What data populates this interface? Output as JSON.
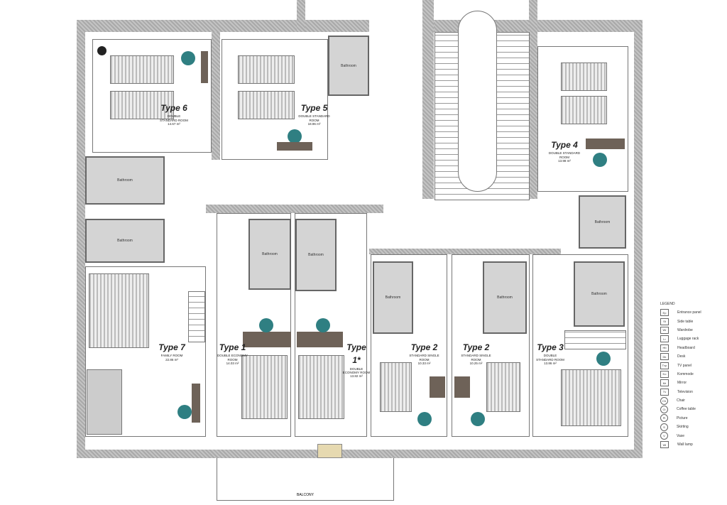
{
  "rooms": [
    {
      "type": "Type 6",
      "desc": "Double standard room",
      "area": "14.67 m²"
    },
    {
      "type": "Type 5",
      "desc": "Double standard room",
      "area": "18.96 m²"
    },
    {
      "type": "Type 4",
      "desc": "Double standard room",
      "area": "13.98 m²"
    },
    {
      "type": "Type 7",
      "desc": "Family room",
      "area": "22.86 m²"
    },
    {
      "type": "Type 1",
      "desc": "Double economy room",
      "area": "14.03 m²"
    },
    {
      "type": "Type 1*",
      "desc": "Double economy room",
      "area": "13.82 m²"
    },
    {
      "type": "Type 2",
      "desc": "Standard single room",
      "area": "10.33 m²"
    },
    {
      "type": "Type 2",
      "desc": "Standard single room",
      "area": "10.25 m²"
    },
    {
      "type": "Type 3",
      "desc": "Double standard room",
      "area": "13.86 m²"
    }
  ],
  "bathroom_label": "Bathroom",
  "balcony_label": "BALCONY",
  "legend": {
    "title": "LEGEND",
    "items": [
      {
        "code": "Ep",
        "label": "Entrance panel",
        "shape": "square"
      },
      {
        "code": "St",
        "label": "Side table",
        "shape": "square"
      },
      {
        "code": "Wr",
        "label": "Wardrobe",
        "shape": "square"
      },
      {
        "code": "Lr",
        "label": "Luggage rack",
        "shape": "square"
      },
      {
        "code": "Hb",
        "label": "Headboard",
        "shape": "square"
      },
      {
        "code": "Dk",
        "label": "Desk",
        "shape": "square"
      },
      {
        "code": "Tvp",
        "label": "TV panel",
        "shape": "square"
      },
      {
        "code": "Ko",
        "label": "Kommode",
        "shape": "square"
      },
      {
        "code": "Mr",
        "label": "Mirror",
        "shape": "square"
      },
      {
        "code": "Tv",
        "label": "Television",
        "shape": "square"
      },
      {
        "code": "Ch",
        "label": "Chair",
        "shape": "circle"
      },
      {
        "code": "Ct",
        "label": "Coffee table",
        "shape": "circle"
      },
      {
        "code": "Pi",
        "label": "Picture",
        "shape": "circle"
      },
      {
        "code": "S",
        "label": "Skirting",
        "shape": "circle"
      },
      {
        "code": "V",
        "label": "Vase",
        "shape": "circle"
      },
      {
        "code": "Wl",
        "label": "Wall lamp",
        "shape": "square"
      }
    ]
  },
  "colors": {
    "wall": "#b5b5b5",
    "bathroom": "#d4d4d4",
    "chair": "#2f7f82",
    "desk": "#6e6258"
  }
}
